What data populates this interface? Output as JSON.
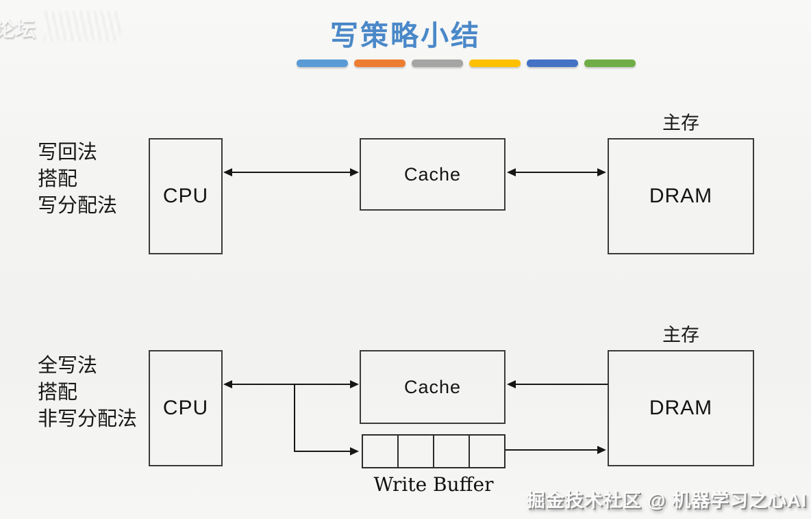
{
  "title": "写策略小结",
  "title_color": "#4a88c8",
  "accent_bars": [
    "#5B9BD5",
    "#ED7D31",
    "#A5A5A5",
    "#FFC000",
    "#4472C4",
    "#70AD47"
  ],
  "watermarks": {
    "top_left": "论坛",
    "bottom_right": "掘金技术社区 @ 机器学习之心AI"
  },
  "diagram_top": {
    "strategy_lines": [
      "写回法",
      "搭配",
      "写分配法"
    ],
    "memory_label": "主存",
    "boxes": {
      "cpu": "CPU",
      "cache": "Cache",
      "dram": "DRAM"
    },
    "connections": [
      "CPU <-> Cache (bidirectional arrow)",
      "Cache <-> DRAM (bidirectional arrow)"
    ]
  },
  "diagram_bottom": {
    "strategy_lines": [
      "全写法",
      "搭配",
      "非写分配法"
    ],
    "memory_label": "主存",
    "boxes": {
      "cpu": "CPU",
      "cache": "Cache",
      "dram": "DRAM"
    },
    "write_buffer_label": "Write Buffer",
    "write_buffer_cells": 4,
    "connections": [
      "CPU <-> Cache (bidirectional arrow)",
      "DRAM -> Cache (arrow pointing to Cache)",
      "CPU branch -> Write Buffer (arrow pointing to buffer)",
      "Write Buffer -> DRAM (arrow pointing to DRAM)"
    ]
  }
}
